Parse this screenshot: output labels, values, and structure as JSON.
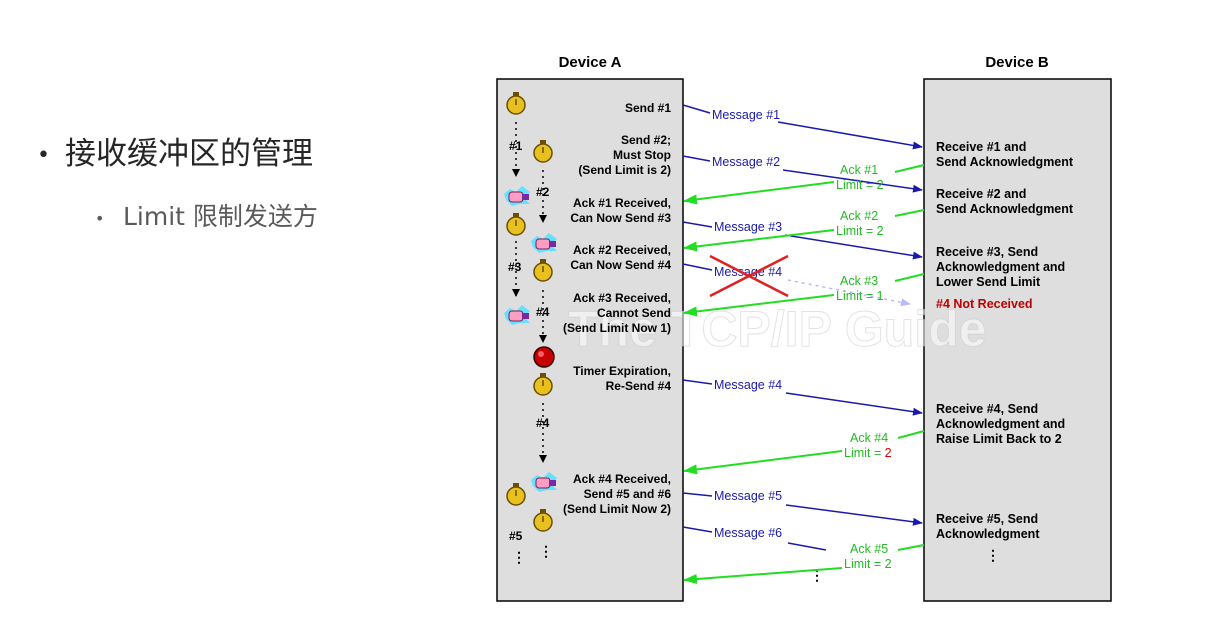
{
  "slide": {
    "bullet1": "接收缓冲区的管理",
    "bullet2": "Limit 限制发送方",
    "bullet_glyph": "•"
  },
  "diagram": {
    "header_a": "Device A",
    "header_b": "Device B",
    "watermark": "The TCP/IP Guide",
    "colors": {
      "message": "#1a1aaa",
      "ack": "#22bb22",
      "lost": "#dd2222",
      "panel": "#dedede"
    },
    "a_labels": {
      "send1": "Send #1",
      "send2_l1": "Send #2;",
      "send2_l2": "Must Stop",
      "send2_l3": "(Send Limit is 2)",
      "ack1_l1": "Ack #1 Received,",
      "ack1_l2": "Can Now Send #3",
      "ack2_l1": "Ack #2 Received,",
      "ack2_l2": "Can Now Send #4",
      "ack3_l1": "Ack #3 Received,",
      "ack3_l2": "Cannot Send",
      "ack3_l3": "(Send Limit Now 1)",
      "timer_l1": "Timer Expiration,",
      "timer_l2": "Re-Send #4",
      "ack4_l1": "Ack #4 Received,",
      "ack4_l2": "Send #5 and #6",
      "ack4_l3": "(Send Limit Now 2)"
    },
    "b_labels": {
      "r1_l1": "Receive #1 and",
      "r1_l2": "Send Acknowledgment",
      "r2_l1": "Receive #2 and",
      "r2_l2": "Send Acknowledgment",
      "r3_l1": "Receive #3, Send",
      "r3_l2": "Acknowledgment and",
      "r3_l3": "Lower Send Limit",
      "not4": "#4 Not Received",
      "r4_l1": "Receive #4, Send",
      "r4_l2": "Acknowledgment and",
      "r4_l3": "Raise Limit Back to 2",
      "r5_l1": "Receive #5, Send",
      "r5_l2": "Acknowledgment"
    },
    "messages": {
      "m1": "Message #1",
      "m2": "Message #2",
      "m3": "Message #3",
      "m4_lost": "Message #4",
      "m4": "Message #4",
      "m5": "Message #5",
      "m6": "Message #6"
    },
    "acks": {
      "a1": "Ack #1",
      "a1_limit": "Limit = 2",
      "a2": "Ack #2",
      "a2_limit": "Limit = 2",
      "a3": "Ack #3",
      "a3_limit": "Limit = 1",
      "a4": "Ack #4",
      "a4_limit_prefix": "Limit = ",
      "a4_limit_value": "2",
      "a5": "Ack #5",
      "a5_limit": "Limit = 2"
    },
    "side_markers": {
      "s1": "#1",
      "s2": "#2",
      "s3": "#3",
      "s4": "#4",
      "s4b": "#4",
      "s5": "#5",
      "ellipsis": "⋮"
    }
  }
}
